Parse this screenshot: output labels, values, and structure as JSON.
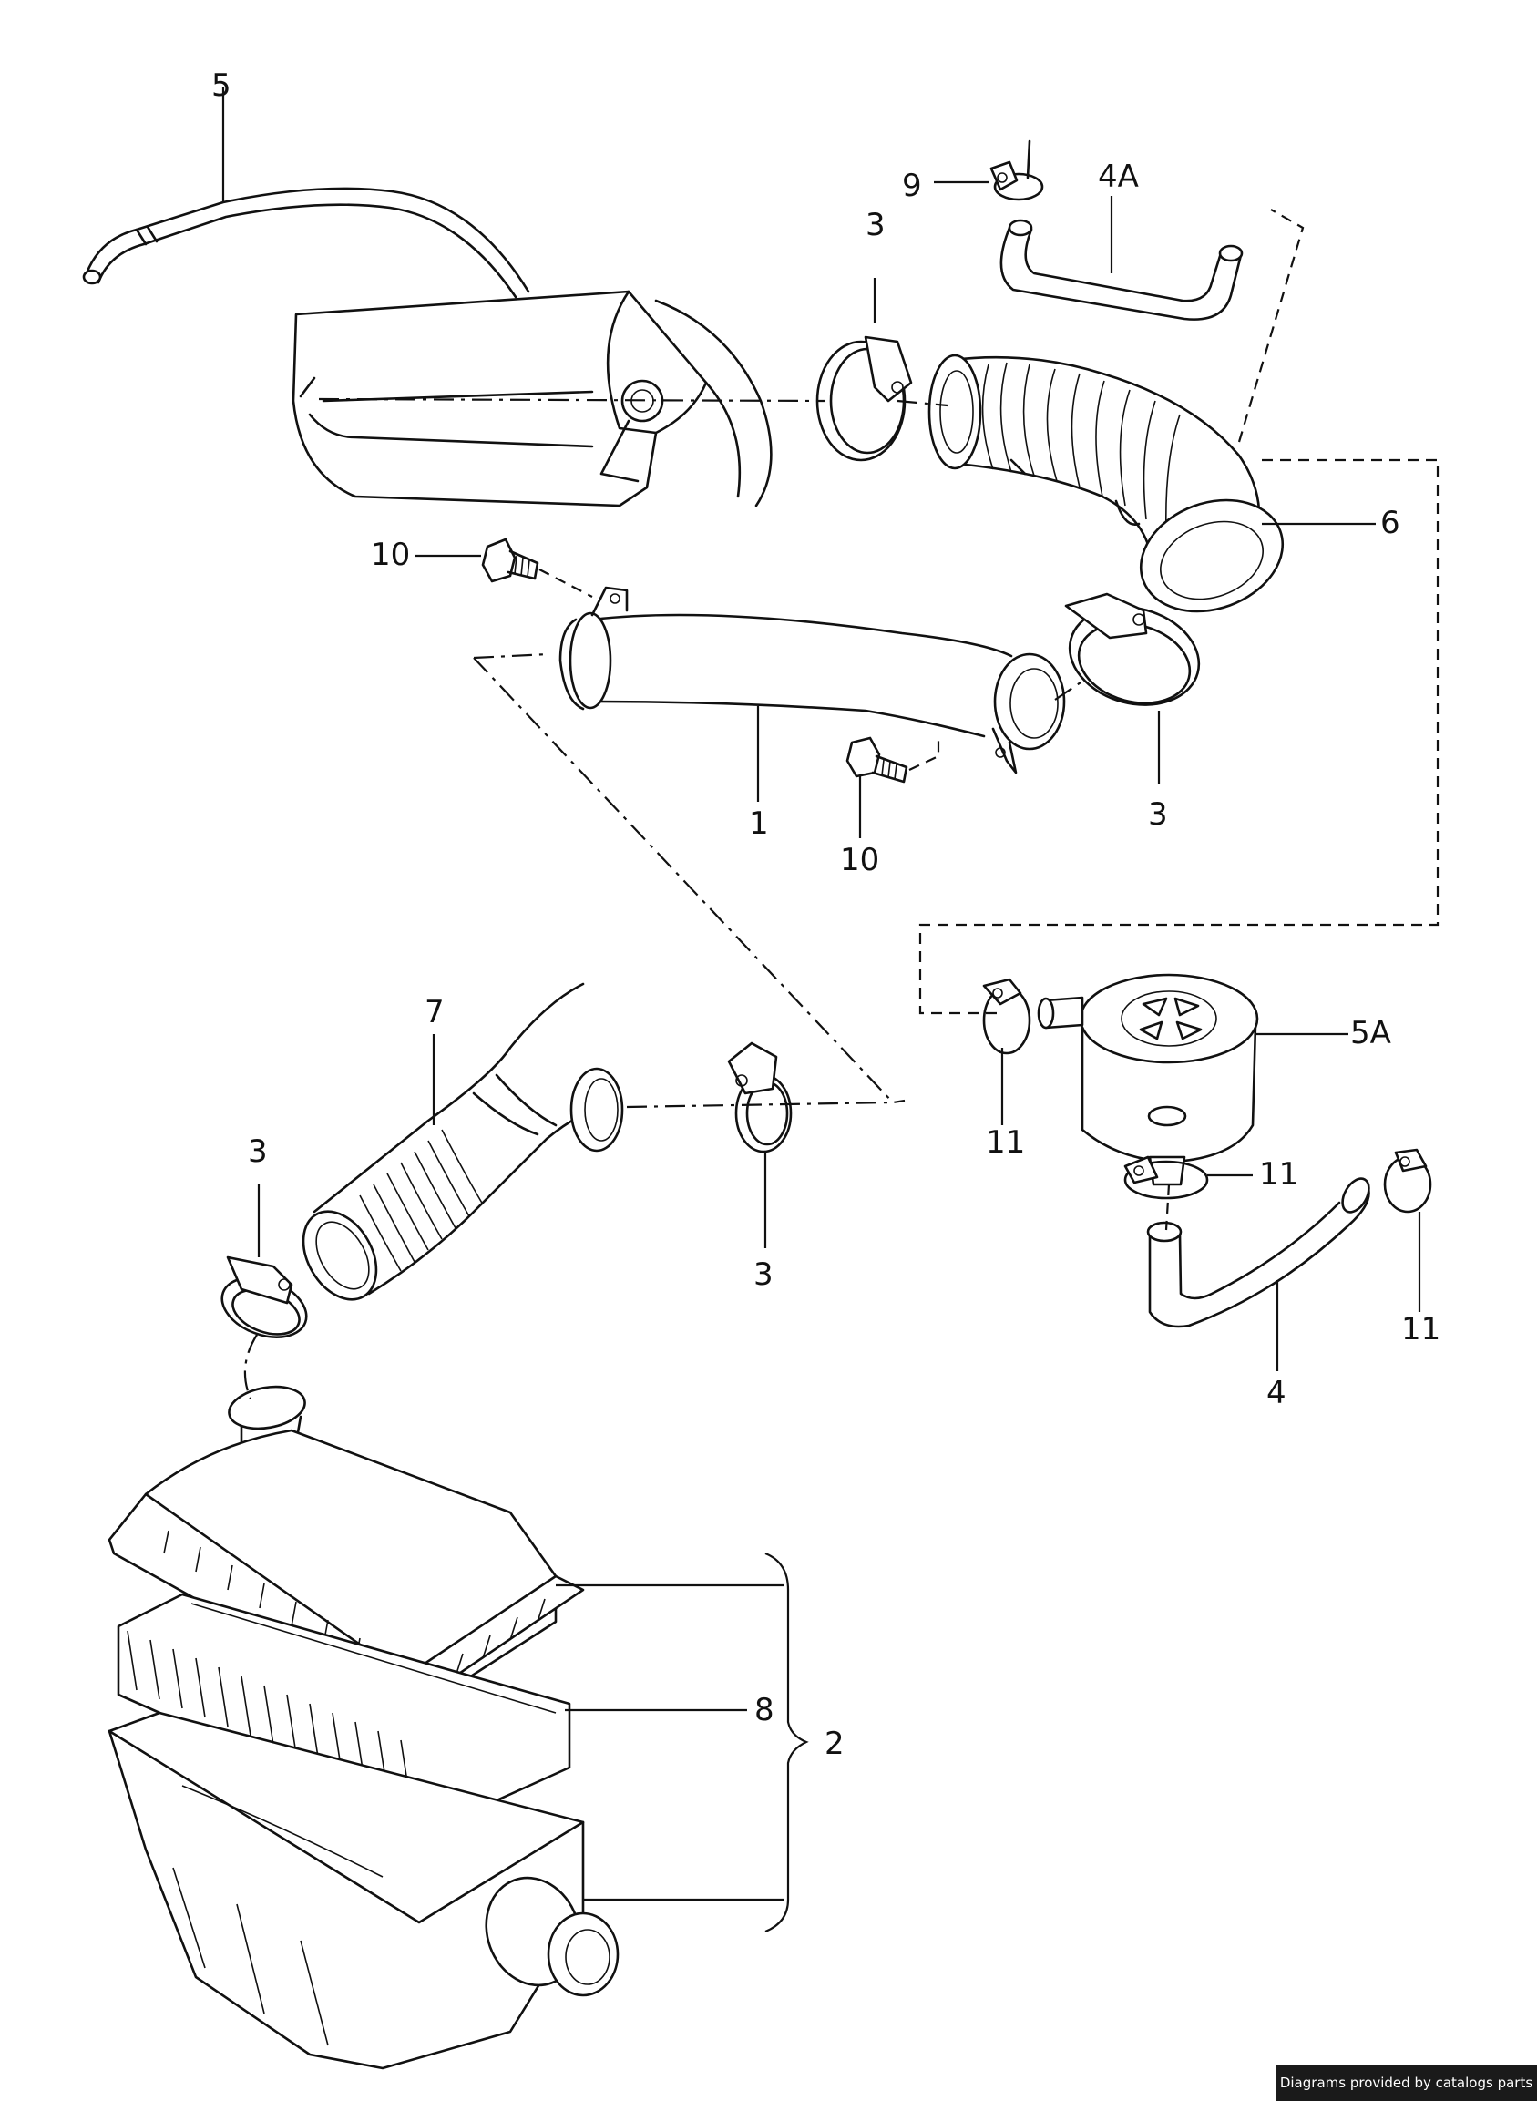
{
  "callouts": {
    "c1": "1",
    "c2": "2",
    "c3": "3",
    "c4": "4",
    "c4a": "4A",
    "c5": "5",
    "c5a": "5A",
    "c6": "6",
    "c7": "7",
    "c8": "8",
    "c9": "9",
    "c10": "10",
    "c11": "11"
  },
  "footer": {
    "credit": "Diagrams provided by catalogs parts"
  },
  "colors": {
    "line": "#111111",
    "background": "#ffffff",
    "credit_bg": "#1a1a1a",
    "credit_text": "#ffffff"
  }
}
